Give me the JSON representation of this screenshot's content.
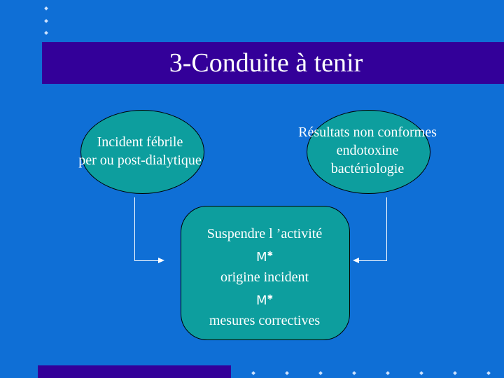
{
  "slide": {
    "title": "3-Conduite à tenir"
  },
  "diagram": {
    "left_node": {
      "line1": "Incident fébrile",
      "line2": "per ou post-dialytique"
    },
    "right_node": {
      "line1": "Résultats non conformes",
      "line2": "endotoxine",
      "line3": "bactériologie"
    },
    "center_node": {
      "line1": "Suspendre l ’activité",
      "separator1": "M*",
      "line2": "origine incident",
      "separator2": "M*",
      "line3": "mesures correctives"
    }
  },
  "colors": {
    "background": "#0f6fd6",
    "bar": "#330099",
    "shape_fill": "#0d9e9e",
    "text": "#ffffff"
  }
}
